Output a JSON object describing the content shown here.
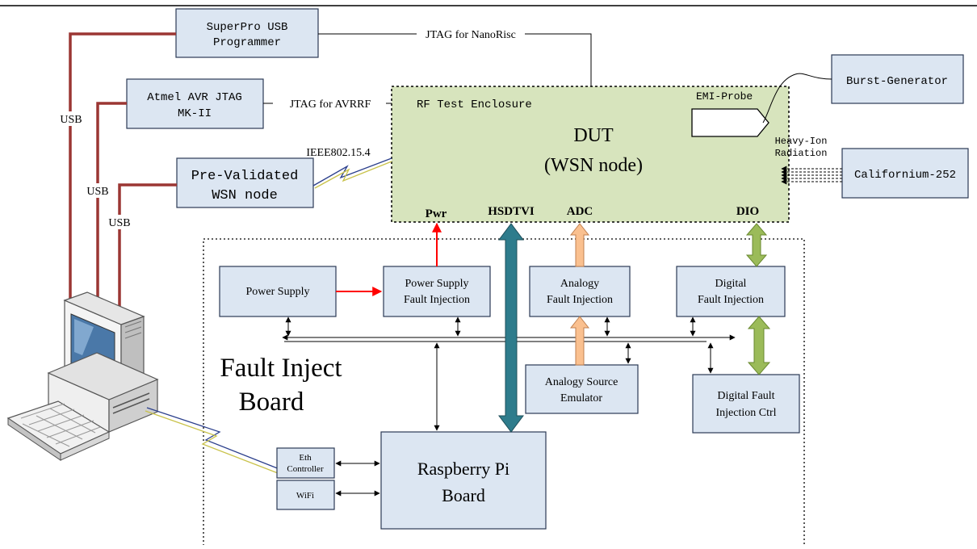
{
  "blocks": {
    "superpro": [
      "SuperPro USB",
      "Programmer"
    ],
    "atmel": [
      "Atmel AVR JTAG",
      "MK-II"
    ],
    "prevalidated": [
      "Pre-Validated",
      "WSN node"
    ],
    "burst": "Burst-Generator",
    "californium": "Californium-252",
    "power_supply": "Power Supply",
    "ps_fault": [
      "Power Supply",
      "Fault Injection"
    ],
    "analog_fault": [
      "Analogy",
      "Fault Injection"
    ],
    "digital_fault": [
      "Digital",
      "Fault Injection"
    ],
    "analog_source": [
      "Analogy Source",
      "Emulator"
    ],
    "digital_ctrl": [
      "Digital Fault",
      "Injection Ctrl"
    ],
    "eth": [
      "Eth",
      "Controller"
    ],
    "wifi": "WiFi",
    "rpi": [
      "Raspberry Pi",
      "Board"
    ]
  },
  "enclosure": {
    "label": "RF Test Enclosure",
    "dut": [
      "DUT",
      "(WSN node)"
    ],
    "emi_probe": "EMI-Probe",
    "heavy_ion": [
      "Heavy-Ion",
      "Radiation"
    ],
    "ports": [
      "Pwr",
      "HSDTVI",
      "ADC",
      "DIO"
    ]
  },
  "links": {
    "jtag_nanorisc": "JTAG for NanoRisc",
    "jtag_avrrf": "JTAG for AVRRF",
    "ieee": "IEEE802.15.4",
    "usb": [
      "USB",
      "USB",
      "USB"
    ]
  },
  "fault_board": [
    "Fault Inject",
    "Board"
  ],
  "colors": {
    "box_fill": "#dce6f2",
    "enclosure_fill": "#d7e4bd",
    "usb_cable": "#9b3633",
    "power_arrow": "#ff0000",
    "hsdtvi_arrow": "#2e7c8c",
    "adc_arrow": "#fac08f",
    "dio_arrow": "#9bbb59"
  }
}
